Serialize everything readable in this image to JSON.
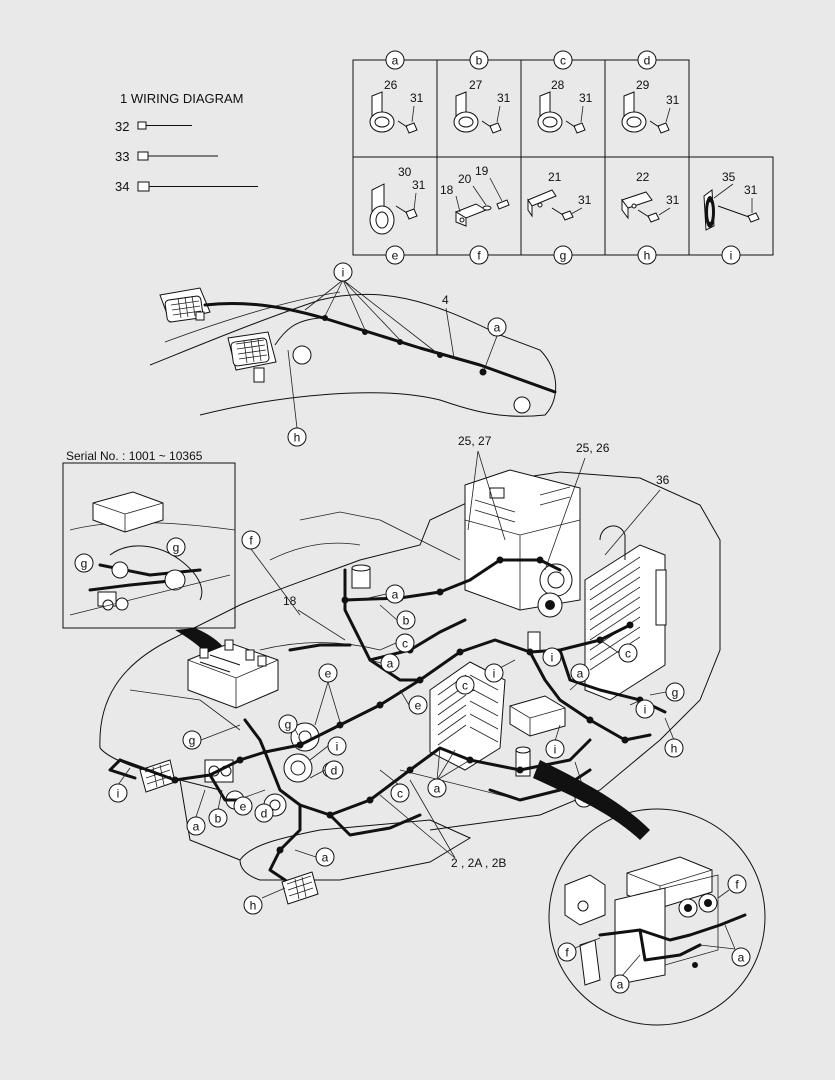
{
  "title": "1  WIRING DIAGRAM",
  "ties": [
    {
      "label": "32"
    },
    {
      "label": "33"
    },
    {
      "label": "34"
    }
  ],
  "clamp_table": {
    "cells": [
      {
        "letter": "a",
        "part": "26",
        "screw": "31"
      },
      {
        "letter": "b",
        "part": "27",
        "screw": "31"
      },
      {
        "letter": "c",
        "part": "28",
        "screw": "31"
      },
      {
        "letter": "d",
        "part": "29",
        "screw": "31"
      },
      {
        "letter": "e",
        "part": "30",
        "screw": "31"
      },
      {
        "letter": "f",
        "parts": [
          "18",
          "20",
          "19"
        ]
      },
      {
        "letter": "g",
        "part": "21",
        "screw": "31"
      },
      {
        "letter": "h",
        "part": "22",
        "screw": "31"
      },
      {
        "letter": "i",
        "part": "35",
        "screw": "31"
      }
    ]
  },
  "boom": {
    "callout_i": "i",
    "callout_a": "a",
    "callout_h": "h",
    "harness": "4"
  },
  "inset_serial": "Serial No. : 1001 ~ 10365",
  "main_labels": {
    "l_25_27": "25, 27",
    "l_25_26": "25, 26",
    "l_36": "36",
    "l_18": "18",
    "l_2": "2 , 2A , 2B"
  },
  "callouts": {
    "a": "a",
    "b": "b",
    "c": "c",
    "d": "d",
    "e": "e",
    "f": "f",
    "g": "g",
    "h": "h",
    "i": "i"
  }
}
